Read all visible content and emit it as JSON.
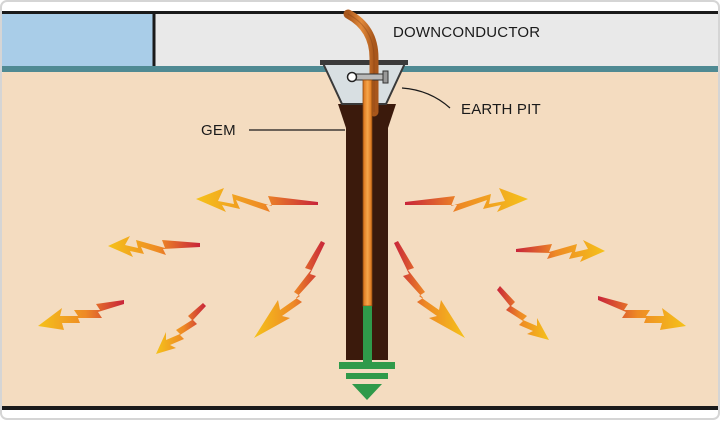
{
  "labels": {
    "downconductor": "DOWNCONDUCTOR",
    "earth_pit": "EARTH PIT",
    "gem": "GEM"
  },
  "colors": {
    "soil": "#f4dcc0",
    "wall": "#e8e8e8",
    "window": "#a9cde8",
    "ground_band": "#4f8a93",
    "electrode_outer": "#3b1a0c",
    "electrode_rod": "#e98a2c",
    "ground_symbol": "#2f9a4a",
    "bolt_arrow_start": "#c8243a",
    "bolt_arrow_end": "#f5c21a"
  },
  "icons": [
    "lightning-arrow-icon",
    "ground-symbol-icon",
    "clamp-bolt-icon"
  ]
}
